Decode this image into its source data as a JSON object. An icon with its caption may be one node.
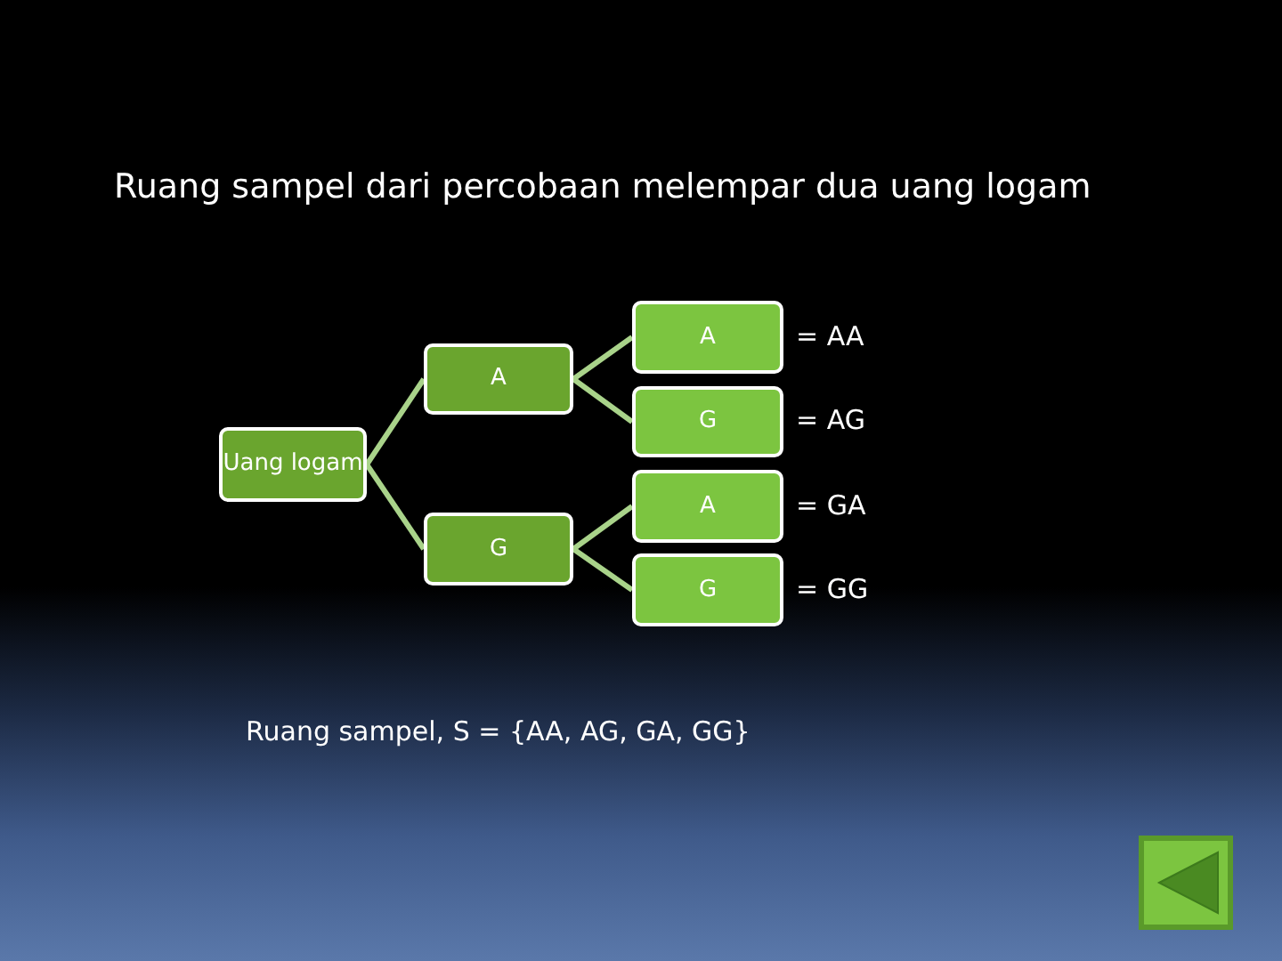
{
  "diagram": {
    "title": "Ruang sampel dari percobaan melempar dua uang logam",
    "nodes": [
      {
        "text": [
          "Uang logam"
        ]
      },
      {
        "text": [
          "A"
        ]
      },
      {
        "text": [
          "G"
        ]
      },
      {
        "text": [
          "A"
        ],
        "beside": [
          "= AA"
        ]
      },
      {
        "text": [
          "G"
        ],
        "beside": [
          "= AG"
        ]
      },
      {
        "text": [
          "A"
        ],
        "beside": [
          "= GA"
        ]
      },
      {
        "text": [
          "G"
        ],
        "beside": [
          "= GG"
        ]
      }
    ],
    "edges": [
      {
        "from": 0,
        "to": 1,
        "arrow": "none"
      },
      {
        "from": 0,
        "to": 2,
        "arrow": "none"
      },
      {
        "from": 1,
        "to": 3,
        "arrow": "none"
      },
      {
        "from": 1,
        "to": 4,
        "arrow": "none"
      },
      {
        "from": 2,
        "to": 5,
        "arrow": "none"
      },
      {
        "from": 2,
        "to": 6,
        "arrow": "none"
      }
    ],
    "labels": [
      "Ruang sampel, S = {AA, AG, GA, GG}"
    ]
  }
}
